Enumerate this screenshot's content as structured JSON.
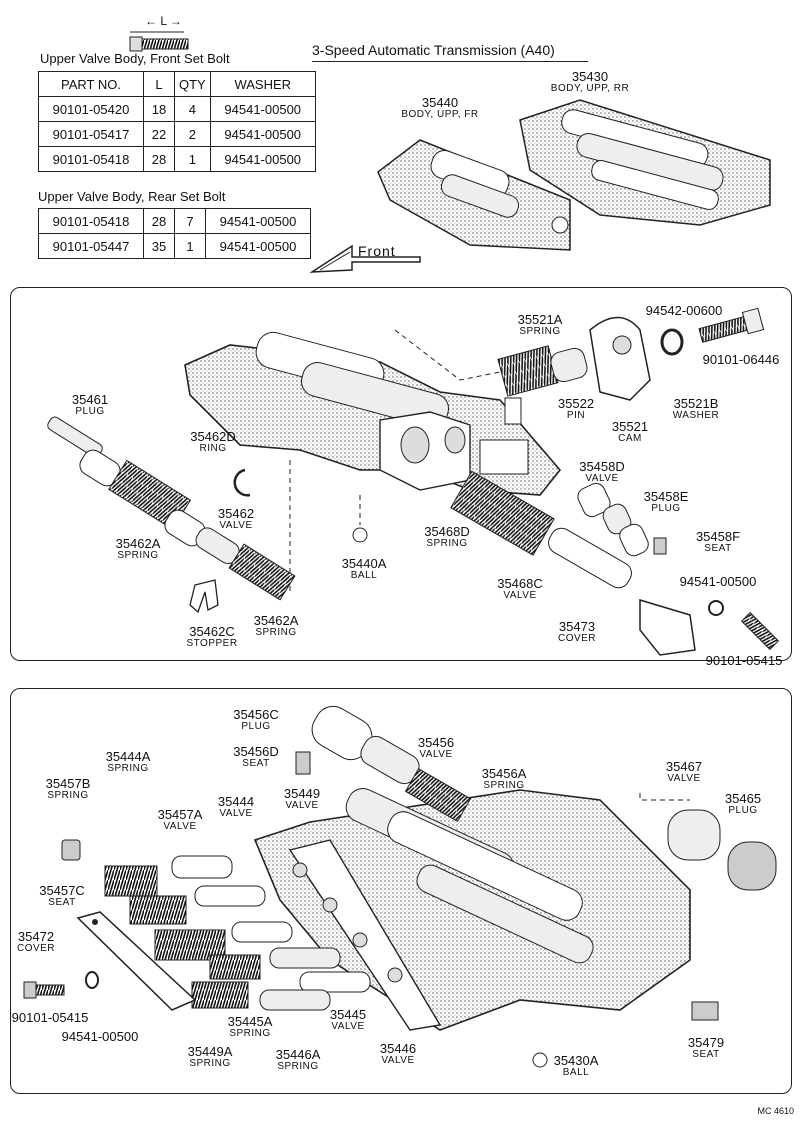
{
  "header": {
    "title": "3-Speed Automatic Transmission (A40)",
    "dim_label": "← L →"
  },
  "front_table": {
    "title": "Upper Valve Body, Front Set Bolt",
    "columns": [
      "PART NO.",
      "L",
      "QTY",
      "WASHER"
    ],
    "rows": [
      [
        "90101-05420",
        "18",
        "4",
        "94541-00500"
      ],
      [
        "90101-05417",
        "22",
        "2",
        "94541-00500"
      ],
      [
        "90101-05418",
        "28",
        "1",
        "94541-00500"
      ]
    ]
  },
  "rear_table": {
    "title": "Upper Valve Body, Rear Set Bolt",
    "rows": [
      [
        "90101-05418",
        "28",
        "7",
        "94541-00500"
      ],
      [
        "90101-05447",
        "35",
        "1",
        "94541-00500"
      ]
    ]
  },
  "front_arrow_label": "Front",
  "figure_number": "MC 4610",
  "overview_labels": [
    {
      "pn": "35440",
      "nm": "BODY, UPP, FR"
    },
    {
      "pn": "35430",
      "nm": "BODY, UPP, RR"
    }
  ],
  "panel1_labels": [
    {
      "pn": "35521A",
      "nm": "SPRING"
    },
    {
      "pn": "94542-00600",
      "nm": ""
    },
    {
      "pn": "90101-06446",
      "nm": ""
    },
    {
      "pn": "35461",
      "nm": "PLUG"
    },
    {
      "pn": "35522",
      "nm": "PIN"
    },
    {
      "pn": "35521",
      "nm": "CAM"
    },
    {
      "pn": "35521B",
      "nm": "WASHER"
    },
    {
      "pn": "35462D",
      "nm": "RING"
    },
    {
      "pn": "35458D",
      "nm": "VALVE"
    },
    {
      "pn": "35458E",
      "nm": "PLUG"
    },
    {
      "pn": "35462",
      "nm": "VALVE"
    },
    {
      "pn": "35468D",
      "nm": "SPRING"
    },
    {
      "pn": "35458F",
      "nm": "SEAT"
    },
    {
      "pn": "35462A",
      "nm": "SPRING"
    },
    {
      "pn": "35440A",
      "nm": "BALL"
    },
    {
      "pn": "35468C",
      "nm": "VALVE"
    },
    {
      "pn": "94541-00500",
      "nm": ""
    },
    {
      "pn": "35462A",
      "nm": "SPRING"
    },
    {
      "pn": "35462C",
      "nm": "STOPPER"
    },
    {
      "pn": "35473",
      "nm": "COVER"
    },
    {
      "pn": "90101-05415",
      "nm": ""
    }
  ],
  "panel2_labels": [
    {
      "pn": "35456C",
      "nm": "PLUG"
    },
    {
      "pn": "35456D",
      "nm": "SEAT"
    },
    {
      "pn": "35456",
      "nm": "VALVE"
    },
    {
      "pn": "35444A",
      "nm": "SPRING"
    },
    {
      "pn": "35456A",
      "nm": "SPRING"
    },
    {
      "pn": "35467",
      "nm": "VALVE"
    },
    {
      "pn": "35457B",
      "nm": "SPRING"
    },
    {
      "pn": "35465",
      "nm": "PLUG"
    },
    {
      "pn": "35449",
      "nm": "VALVE"
    },
    {
      "pn": "35444",
      "nm": "VALVE"
    },
    {
      "pn": "35457A",
      "nm": "VALVE"
    },
    {
      "pn": "35457C",
      "nm": "SEAT"
    },
    {
      "pn": "35472",
      "nm": "COVER"
    },
    {
      "pn": "90101-05415",
      "nm": ""
    },
    {
      "pn": "94541-00500",
      "nm": ""
    },
    {
      "pn": "35445A",
      "nm": "SPRING"
    },
    {
      "pn": "35445",
      "nm": "VALVE"
    },
    {
      "pn": "35449A",
      "nm": "SPRING"
    },
    {
      "pn": "35446A",
      "nm": "SPRING"
    },
    {
      "pn": "35446",
      "nm": "VALVE"
    },
    {
      "pn": "35430A",
      "nm": "BALL"
    },
    {
      "pn": "35479",
      "nm": "SEAT"
    }
  ]
}
